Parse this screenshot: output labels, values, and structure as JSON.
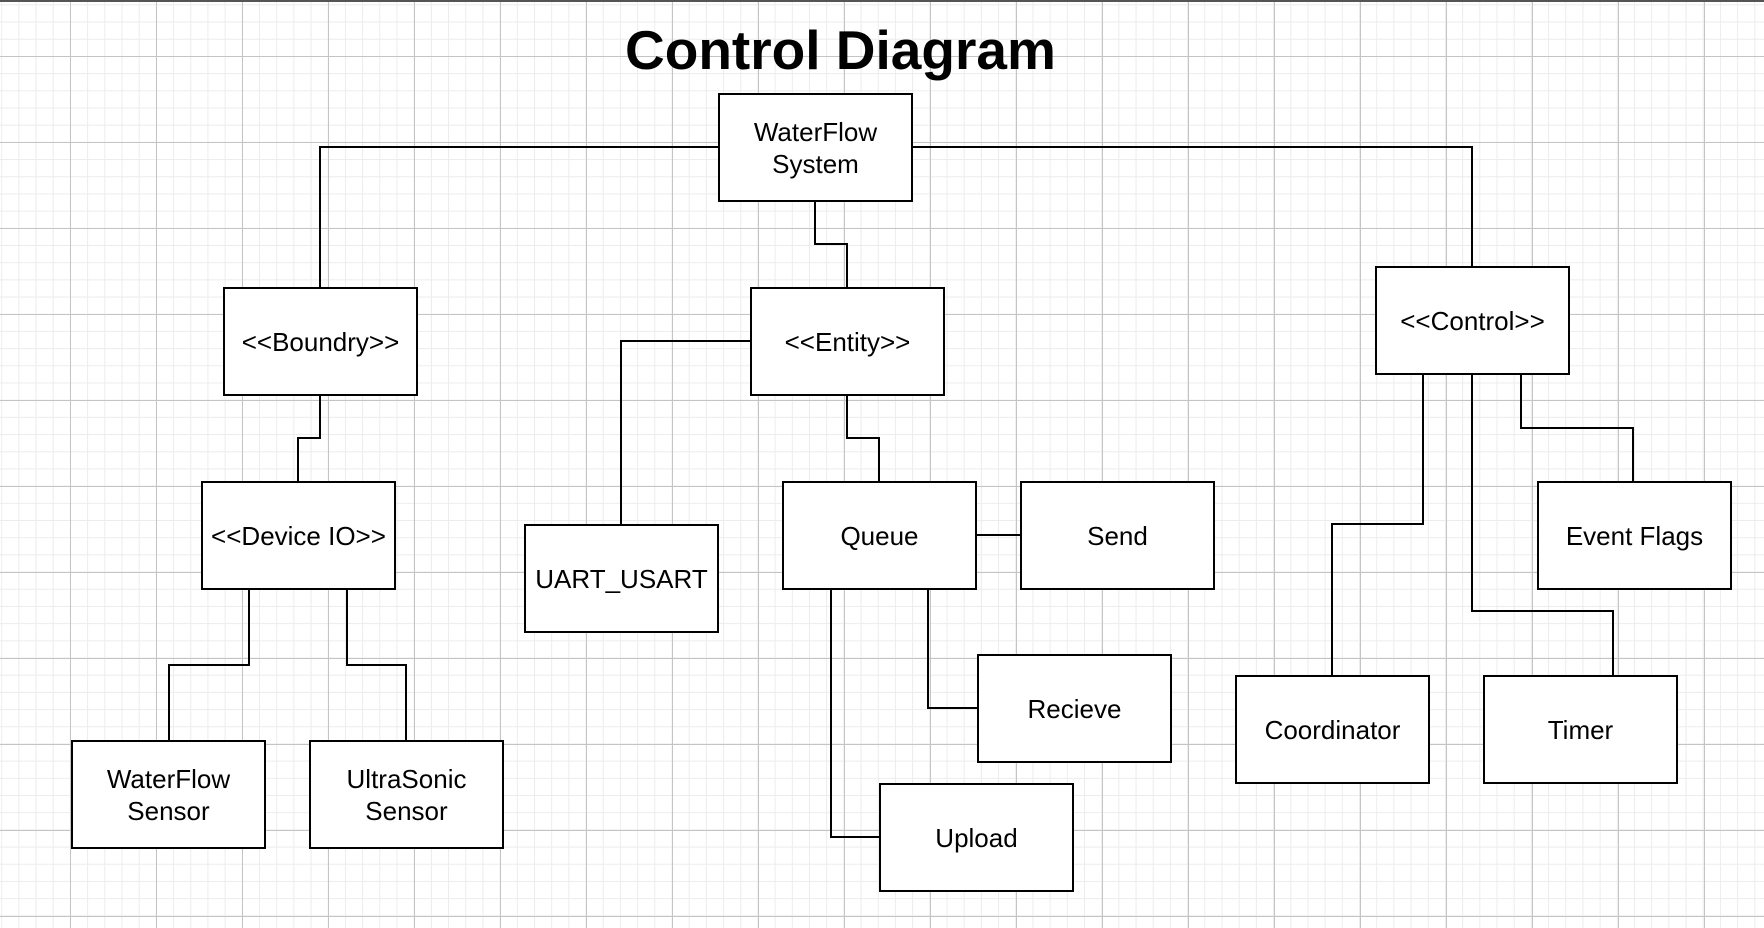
{
  "diagram": {
    "title": "Control Diagram",
    "nodes": {
      "waterflow_system": "WaterFlow\nSystem",
      "boundary": "<<Boundry>>",
      "entity": "<<Entity>>",
      "control": "<<Control>>",
      "device_io": "<<Device IO>>",
      "waterflow_sensor": "WaterFlow\nSensor",
      "ultrasonic_sensor": "UltraSonic\nSensor",
      "uart_usart": "UART_USART",
      "queue": "Queue",
      "send": "Send",
      "recieve": "Recieve",
      "upload": "Upload",
      "event_flags": "Event Flags",
      "coordinator": "Coordinator",
      "timer": "Timer"
    },
    "edges": [
      [
        "waterflow_system",
        "boundary"
      ],
      [
        "waterflow_system",
        "entity"
      ],
      [
        "waterflow_system",
        "control"
      ],
      [
        "boundary",
        "device_io"
      ],
      [
        "device_io",
        "waterflow_sensor"
      ],
      [
        "device_io",
        "ultrasonic_sensor"
      ],
      [
        "entity",
        "uart_usart"
      ],
      [
        "entity",
        "queue"
      ],
      [
        "queue",
        "send"
      ],
      [
        "queue",
        "recieve"
      ],
      [
        "queue",
        "upload"
      ],
      [
        "control",
        "event_flags"
      ],
      [
        "control",
        "coordinator"
      ],
      [
        "control",
        "timer"
      ]
    ]
  }
}
